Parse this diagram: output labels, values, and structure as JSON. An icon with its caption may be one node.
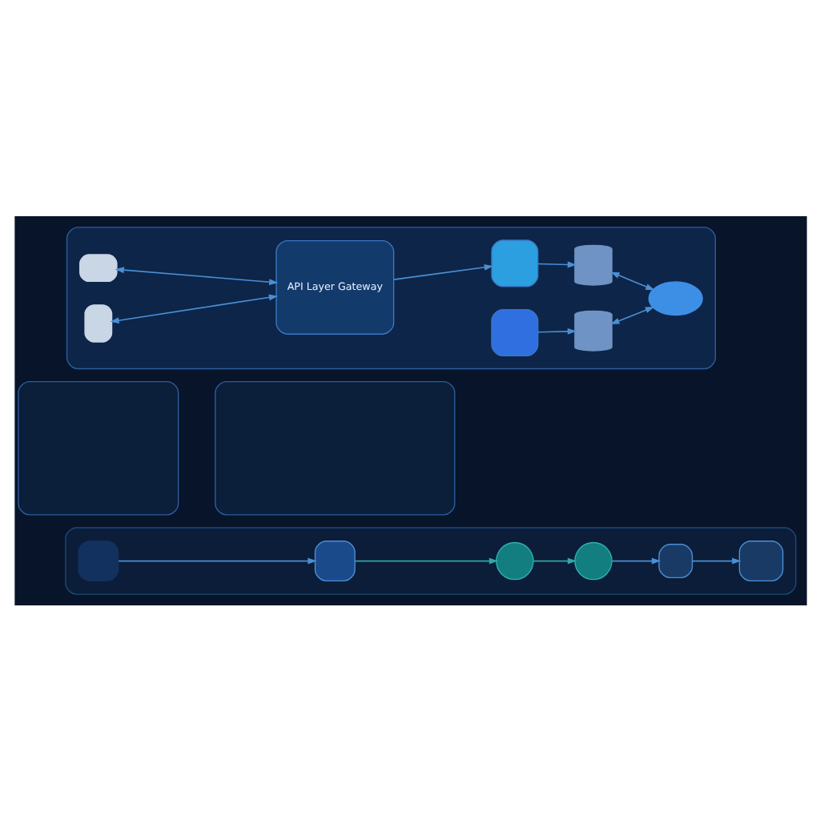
{
  "diagram": {
    "nodes": [
      {
        "text": [],
        "shape": "box"
      },
      {
        "text": [],
        "shape": "box",
        "in": 0
      },
      {
        "text": [],
        "shape": "box",
        "in": 0
      },
      {
        "text": [
          "API Layer Gateway"
        ],
        "in": 0
      },
      {
        "text": [],
        "shape": "box",
        "in": 0
      },
      {
        "text": [],
        "shape": "box",
        "in": 0
      },
      {
        "text": [],
        "shape": "cylinder",
        "in": 0
      },
      {
        "text": [],
        "shape": "cylinder",
        "in": 0
      },
      {
        "text": [],
        "shape": "cloud",
        "in": 0
      },
      {
        "text": [],
        "shape": "box"
      },
      {
        "text": [],
        "shape": "box"
      },
      {
        "text": [],
        "shape": "box"
      },
      {
        "text": [],
        "shape": "box",
        "in": 11
      },
      {
        "text": [],
        "shape": "box",
        "in": 11
      },
      {
        "text": [],
        "shape": "circle",
        "in": 11
      },
      {
        "text": [],
        "shape": "circle",
        "in": 11
      },
      {
        "text": [],
        "shape": "box",
        "in": 11
      },
      {
        "text": [],
        "shape": "box",
        "in": 11
      }
    ],
    "edges": [
      {
        "from": 1,
        "to": 3,
        "arrow": "both"
      },
      {
        "from": 2,
        "to": 3,
        "arrow": "both"
      },
      {
        "from": 3,
        "to": 4,
        "arrow": "to"
      },
      {
        "from": 4,
        "to": 6,
        "arrow": "to"
      },
      {
        "from": 5,
        "to": 7,
        "arrow": "to"
      },
      {
        "from": 6,
        "to": 8,
        "arrow": "both"
      },
      {
        "from": 7,
        "to": 8,
        "arrow": "both"
      },
      {
        "from": 12,
        "to": 13,
        "arrow": "to"
      },
      {
        "from": 13,
        "to": 14,
        "arrow": "to",
        "color": "#2fa8a8"
      },
      {
        "from": 14,
        "to": 15,
        "arrow": "to",
        "color": "#2fa8a8"
      },
      {
        "from": 15,
        "to": 16,
        "arrow": "to"
      },
      {
        "from": 16,
        "to": 17,
        "arrow": "to"
      }
    ]
  }
}
